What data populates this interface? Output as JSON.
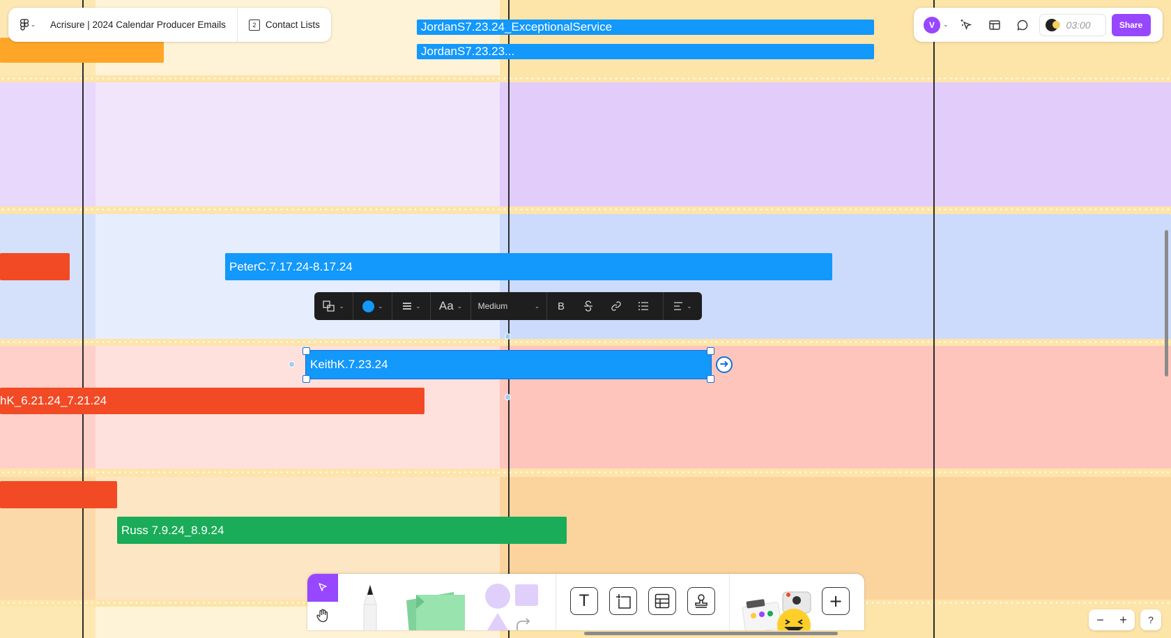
{
  "file": {
    "title": "Acrisure | 2024 Calendar Producer Emails",
    "page_label": "Contact Lists",
    "page_count": "2"
  },
  "topbar": {
    "avatar_initial": "V",
    "timer": "03:00",
    "share_label": "Share"
  },
  "bars": {
    "jordan_full": "JordanS7.23.24_ExceptionalService",
    "jordan_short": "JordanS7.23.23...",
    "peter": "PeterC.7.17.24-8.17.24",
    "keith": "KeithK.7.23.24",
    "hk": "hK_6.21.24_7.21.24",
    "russ": "Russ 7.9.24_8.9.24"
  },
  "context_toolbar": {
    "font_icon": "Aa",
    "size_label": "Medium",
    "bold": "B"
  },
  "colors": {
    "blue_bar": "#1398fb",
    "red_bar": "#f14a25",
    "orange_bar": "#ffa629",
    "green_bar": "#1aac58",
    "accent_purple": "#9747ff",
    "band_yellow": "#fde4a8",
    "band_purple": "#e2ccfa",
    "band_blue": "#ccdafb",
    "band_red": "#fec5bd",
    "band_orange": "#fbd49d"
  },
  "icons": {
    "figma_menu": "figma-logo-icon",
    "pages": "page-list-icon",
    "ai_actions": "sparkle-pointer-icon",
    "layout": "layout-icon",
    "comment": "comment-icon",
    "shape": "shape-icon",
    "stroke": "stroke-weight-icon",
    "strike": "strikethrough-icon",
    "link": "link-icon",
    "list": "bullet-list-icon",
    "align": "text-align-icon",
    "pointer": "pointer-icon",
    "hand": "hand-icon",
    "text": "text-tool-icon",
    "section": "section-tool-icon",
    "table": "table-tool-icon",
    "stamp": "stamp-icon",
    "add": "plus-icon",
    "zoom_out": "minus-icon",
    "zoom_in": "plus-icon",
    "help": "help-icon"
  },
  "zoom": {
    "minus": "−",
    "plus": "+",
    "help": "?"
  }
}
